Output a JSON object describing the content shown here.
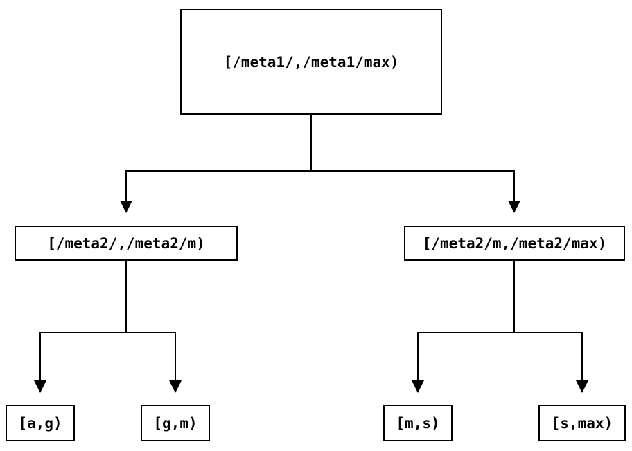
{
  "diagram": {
    "title": "interval-partition-tree",
    "colors": {
      "background": "#ffffff",
      "line": "#000000",
      "box_border": "#000000",
      "box_fill": "#ffffff",
      "text": "#000000"
    },
    "nodes": {
      "root": {
        "label": "[/meta1/,/meta1/max)"
      },
      "left": {
        "label": "[/meta2/,/meta2/m)"
      },
      "right": {
        "label": "[/meta2/m,/meta2/max)"
      },
      "leaf_1": {
        "label": "[a,g)"
      },
      "leaf_2": {
        "label": "[g,m)"
      },
      "leaf_3": {
        "label": "[m,s)"
      },
      "leaf_4": {
        "label": "[s,max)"
      }
    },
    "edges": [
      {
        "from": "root",
        "to": "left"
      },
      {
        "from": "root",
        "to": "right"
      },
      {
        "from": "left",
        "to": "leaf_1"
      },
      {
        "from": "left",
        "to": "leaf_2"
      },
      {
        "from": "right",
        "to": "leaf_3"
      },
      {
        "from": "right",
        "to": "leaf_4"
      }
    ]
  }
}
